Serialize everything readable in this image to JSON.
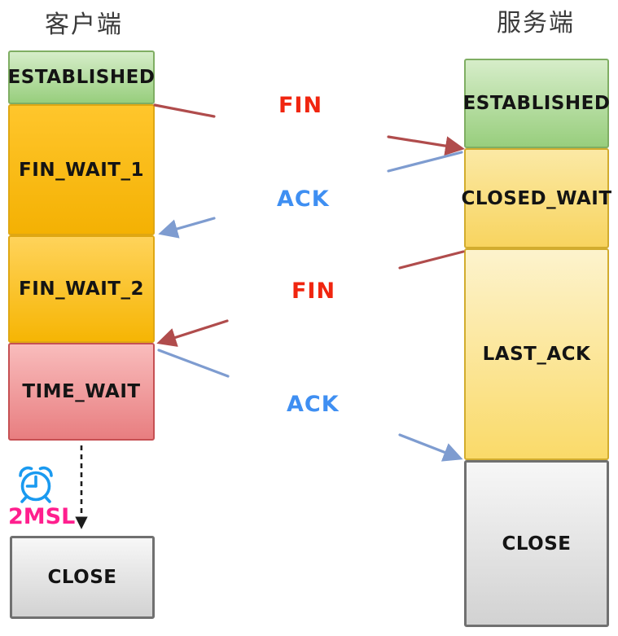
{
  "titles": {
    "client": "客户端",
    "server": "服务端"
  },
  "client_states": [
    {
      "label": "ESTABLISHED",
      "color_name": "green"
    },
    {
      "label": "FIN_WAIT_1",
      "color_name": "orange"
    },
    {
      "label": "FIN_WAIT_2",
      "color_name": "orange"
    },
    {
      "label": "TIME_WAIT",
      "color_name": "pink"
    },
    {
      "label": "CLOSE",
      "color_name": "gray"
    }
  ],
  "server_states": [
    {
      "label": "ESTABLISHED",
      "color_name": "green"
    },
    {
      "label": "CLOSED_WAIT",
      "color_name": "gold"
    },
    {
      "label": "LAST_ACK",
      "color_name": "light-gold"
    },
    {
      "label": "CLOSE",
      "color_name": "gray"
    }
  ],
  "messages": [
    {
      "label": "FIN",
      "from": "client",
      "to": "server"
    },
    {
      "label": "ACK",
      "from": "server",
      "to": "client"
    },
    {
      "label": "FIN",
      "from": "server",
      "to": "client"
    },
    {
      "label": "ACK",
      "from": "client",
      "to": "server"
    }
  ],
  "timer": {
    "label": "2MSL",
    "icon": "alarm-clock-icon"
  },
  "colors": {
    "fin_label": "#f0250f",
    "ack_label": "#3f8ff2",
    "msl_label": "#ff1f8e",
    "fin_arrow": "#b04c4c",
    "ack_arrow": "#7e9cd0",
    "clock_icon": "#1a9af0",
    "green_state": "#98ce7d",
    "orange_state": "#f6b504",
    "pink_state": "#e87e80",
    "gold_state": "#f8d45f",
    "gray_state": "#d2d2d2"
  }
}
